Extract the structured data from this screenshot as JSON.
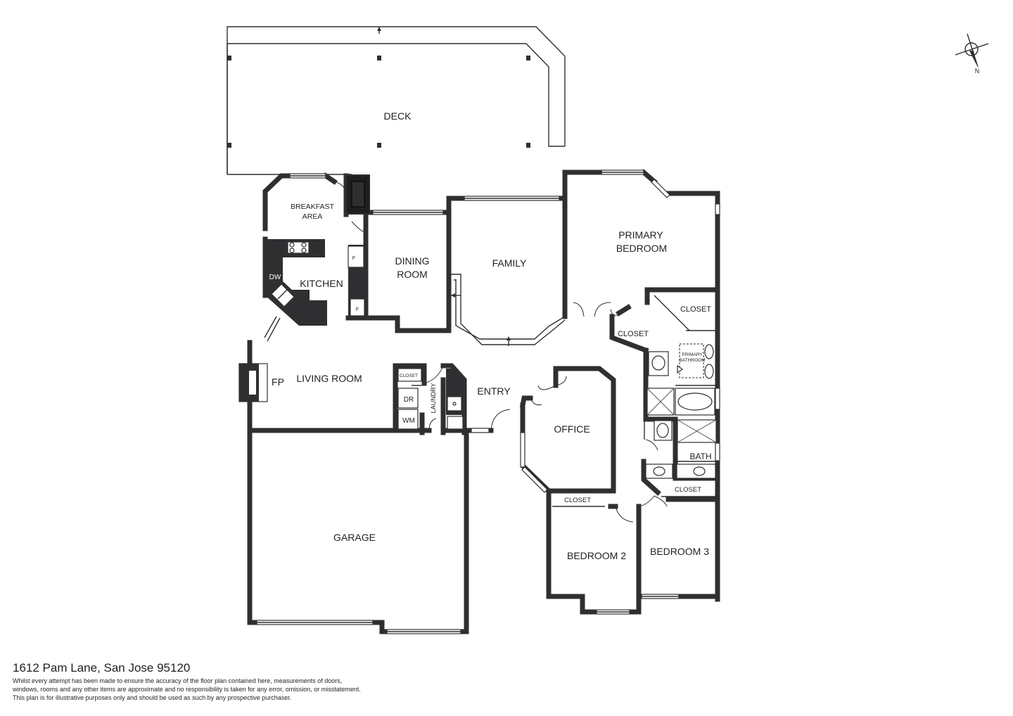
{
  "rooms": {
    "deck": "DECK",
    "breakfast_line1": "BREAKFAST",
    "breakfast_line2": "AREA",
    "kitchen": "KITCHEN",
    "dw": "DW",
    "dining_line1": "DINING",
    "dining_line2": "ROOM",
    "family": "FAMILY",
    "primary_line1": "PRIMARY",
    "primary_line2": "BEDROOM",
    "closet_primary_1": "CLOSET",
    "closet_primary_2": "CLOSET",
    "primary_bath_line1": "PRIMARY",
    "primary_bath_line2": "BATHROOM",
    "fp": "FP",
    "living": "LIVING ROOM",
    "closet_small": "CLOSET",
    "laundry": "LAUNDRY",
    "dr": "DR",
    "wm": "WM",
    "entry": "ENTRY",
    "office": "OFFICE",
    "bath": "BATH",
    "closet_bed3": "CLOSET",
    "closet_bed2": "CLOSET",
    "garage": "GARAGE",
    "bedroom2": "BEDROOM 2",
    "bedroom3": "BEDROOM 3",
    "fridge_1": "F",
    "fridge_2": "F"
  },
  "compass": {
    "label": "N",
    "icon": "compass-icon"
  },
  "footer": {
    "address": "1612 Pam Lane, San Jose 95120",
    "disclaimer_line1": "Whilst every attempt has been made to ensure the accuracy of the floor plan contained here, measurements of doors,",
    "disclaimer_line2": "windows, rooms and any other items are approximate and no responsibility is taken for any error, omission, or misstatement.",
    "disclaimer_line3": "This plan is for illustrative purposes only and should be used as such by any prospective purchaser."
  },
  "colors": {
    "wall": "#2f2f31",
    "background": "#ffffff",
    "text": "#231f20"
  }
}
